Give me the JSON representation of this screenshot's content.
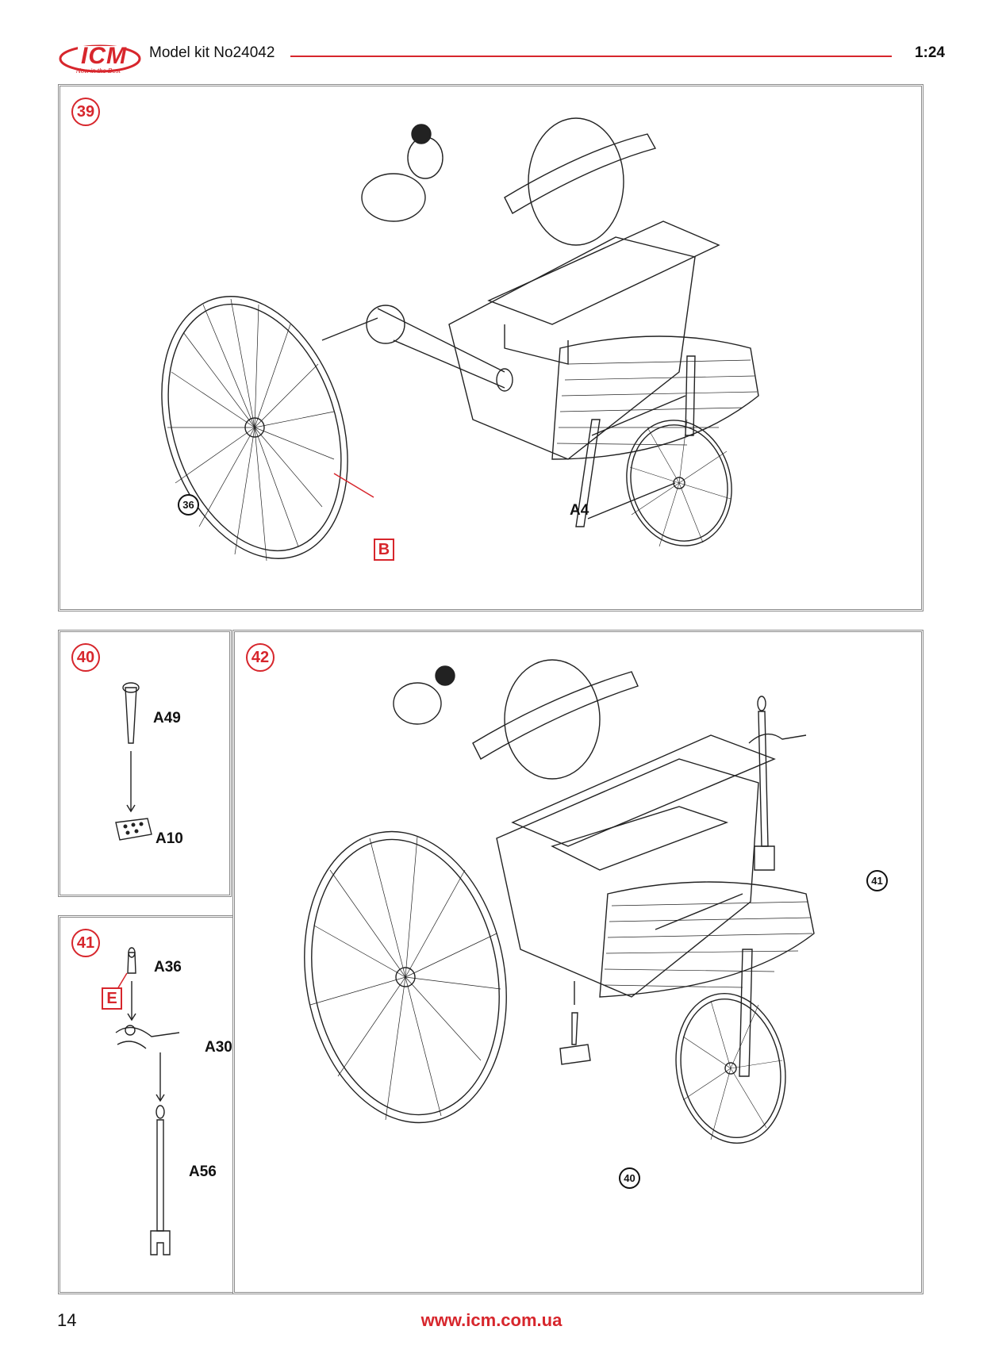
{
  "header": {
    "logo_text": "ICM",
    "logo_tagline": "Now in the Best",
    "title": "Model kit No24042",
    "scale": "1:24",
    "accent_color": "#d7262c"
  },
  "steps": {
    "s39": {
      "number": "39",
      "ref_36": "36",
      "part_a4": "A4",
      "paint_code": "B"
    },
    "s40": {
      "number": "40",
      "part_a49": "A49",
      "part_a10": "A10"
    },
    "s41": {
      "number": "41",
      "part_a36": "A36",
      "part_a30": "A30",
      "part_a56": "A56",
      "paint_code": "E"
    },
    "s42": {
      "number": "42",
      "ref_41": "41",
      "ref_40": "40"
    }
  },
  "footer": {
    "page_number": "14",
    "url": "www.icm.com.ua"
  }
}
